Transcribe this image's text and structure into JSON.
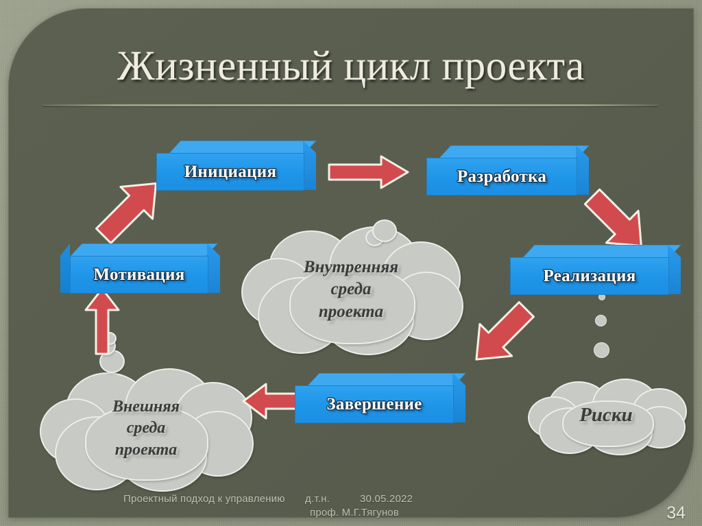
{
  "slide": {
    "title": "Жизненный цикл проекта",
    "page_number": "34",
    "colors": {
      "background_frame": "#8d9380",
      "panel": "#5a5e4f",
      "box_blue": "#1f95e8",
      "box_blue_top": "#3ea9f0",
      "arrow_red": "#d14b4e",
      "cloud_gray": "#c8cac6",
      "title_cream": "#efece0"
    }
  },
  "boxes": [
    {
      "id": "initiation",
      "label": "Инициация"
    },
    {
      "id": "development",
      "label": "Разработка"
    },
    {
      "id": "realization",
      "label": "Реализация"
    },
    {
      "id": "completion",
      "label": "Завершение"
    },
    {
      "id": "motivation",
      "label": "Мотивация"
    }
  ],
  "clouds": [
    {
      "id": "internal-environment",
      "lines": [
        "Внутренняя",
        "среда",
        "проекта"
      ]
    },
    {
      "id": "external-environment",
      "lines": [
        "Внешняя",
        "среда",
        "проекта"
      ]
    },
    {
      "id": "risks",
      "lines": [
        "Риски"
      ]
    }
  ],
  "arrows": [
    {
      "id": "motivation-to-initiation",
      "direction": "up-right"
    },
    {
      "id": "initiation-to-development",
      "direction": "right"
    },
    {
      "id": "development-to-realization",
      "direction": "down-right"
    },
    {
      "id": "realization-to-completion",
      "direction": "down-left"
    },
    {
      "id": "completion-to-external",
      "direction": "left"
    },
    {
      "id": "external-to-motivation",
      "direction": "up"
    }
  ],
  "footer": {
    "course": "Проектный подход к управлению",
    "degree": "д.т.н.",
    "date": "30.05.2022",
    "author": "проф. М.Г.Тягунов"
  }
}
